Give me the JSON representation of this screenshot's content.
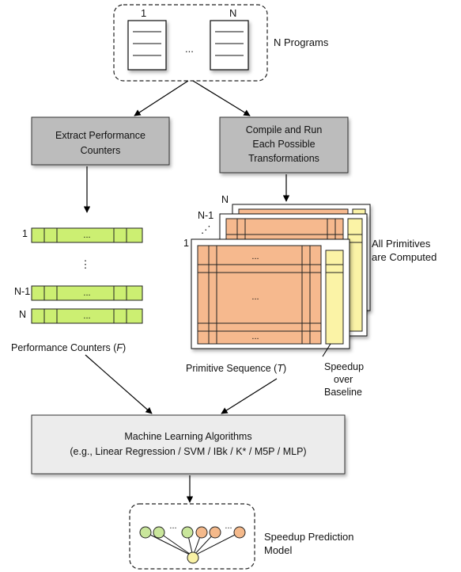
{
  "programs": {
    "first_index": "1",
    "last_index": "N",
    "ellipsis": "...",
    "label": "N Programs"
  },
  "extract_box": {
    "line1": "Extract Performance",
    "line2": "Counters"
  },
  "compile_box": {
    "line1": "Compile and Run",
    "line2": "Each Possible",
    "line3": "Transformations"
  },
  "counters": {
    "row_labels": [
      "1",
      "N-1",
      "N"
    ],
    "cell_ellipsis": "...",
    "vertical_ellipsis": "⋮",
    "caption_prefix": "Performance Counters (",
    "caption_symbol": "F",
    "caption_suffix": ")"
  },
  "primitives": {
    "layer_labels": [
      "N",
      "N-1",
      "1"
    ],
    "layer_ellipsis": "⋰",
    "cell_ellipsis": "...",
    "side_label_line1": "All Primitives",
    "side_label_line2": "are Computed",
    "caption_prefix": "Primitive Sequence (",
    "caption_symbol": "T",
    "caption_suffix": ")",
    "speedup_line1": "Speedup",
    "speedup_line2": "over",
    "speedup_line3": "Baseline"
  },
  "ml_box": {
    "line1": "Machine Learning Algorithms",
    "line2": "(e.g., Linear Regression / SVM / IBk / K* / M5P / MLP)"
  },
  "model": {
    "ellipsis": "...",
    "label_line1": "Speedup Prediction",
    "label_line2": "Model"
  },
  "colors": {
    "box_gray": "#bcbcbc",
    "box_light": "#ececec",
    "counter_green": "#ccef72",
    "matrix_orange": "#f6b98e",
    "speedup_yellow": "#fbf3a6",
    "node_green": "#c9e69b",
    "node_orange": "#f4b98b",
    "node_yellow": "#f9f2a5"
  }
}
